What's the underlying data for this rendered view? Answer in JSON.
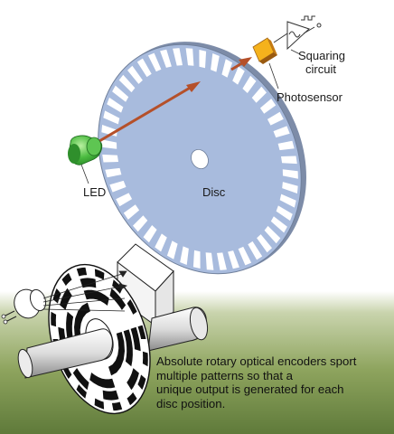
{
  "labels": {
    "squaring_line1": "Squaring",
    "squaring_line2": "circuit",
    "photosensor": "Photosensor",
    "led": "LED",
    "disc": "Disc"
  },
  "caption": {
    "lines": [
      "Absolute rotary optical encoders sport",
      "multiple patterns so that a",
      "unique output is generated for each",
      "disc position."
    ]
  },
  "colors": {
    "disc": "#a8bbdd",
    "disc_edge": "#6f7f9a",
    "led": "#3faa3a",
    "beam": "#b5502a",
    "sensor": "#f0a020",
    "ground_top": "#ffffff",
    "ground_bottom": "#6f8b45"
  }
}
